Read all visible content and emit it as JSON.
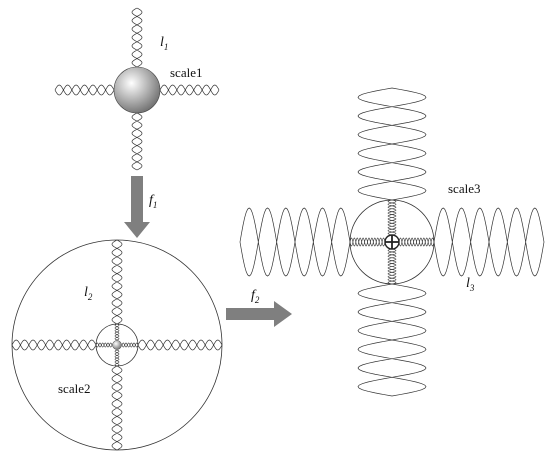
{
  "labels": {
    "l1": {
      "main": "l",
      "sub": "1"
    },
    "l2": {
      "main": "l",
      "sub": "2"
    },
    "l3": {
      "main": "l",
      "sub": "3"
    },
    "f1": {
      "main": "f",
      "sub": "1"
    },
    "f2": {
      "main": "f",
      "sub": "2"
    },
    "scale1": "scale1",
    "scale2": "scale2",
    "scale3": "scale3"
  },
  "colors": {
    "line": "#333333",
    "arrow": "#7f7f7f",
    "ball_light": "#ffffff",
    "ball_dark": "#6e6e6e"
  }
}
